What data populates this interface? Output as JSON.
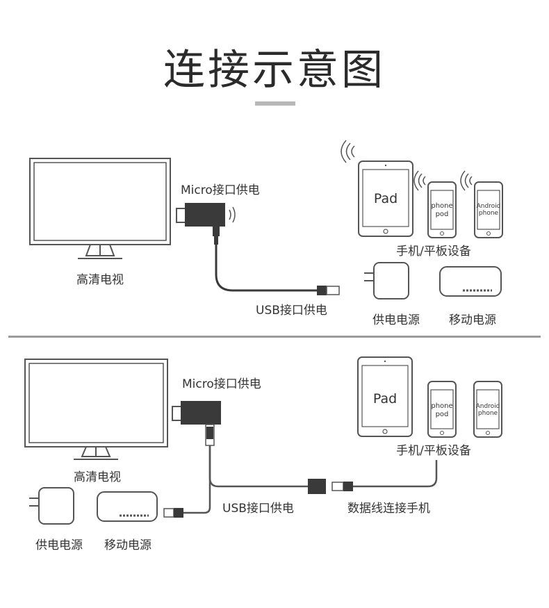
{
  "title": "连接示意图",
  "panel_top": {
    "tv_label": "高清电视",
    "micro_label": "Micro接口供电",
    "usb_label": "USB接口供电",
    "devices_label": "手机/平板设备",
    "power_label": "供电电源",
    "powerbank_label": "移动电源",
    "pad_text": "Pad",
    "phone1_text": [
      "phone",
      "pod"
    ],
    "phone2_text": [
      "Android",
      "phone"
    ]
  },
  "panel_bottom": {
    "tv_label": "高清电视",
    "micro_label": "Micro接口供电",
    "usb_label": "USB接口供电",
    "cable_label": "数据线连接手机",
    "devices_label": "手机/平板设备",
    "power_label": "供电电源",
    "powerbank_label": "移动电源",
    "pad_text": "Pad",
    "phone1_text": [
      "phone",
      "pod"
    ],
    "phone2_text": [
      "Android",
      "phone"
    ]
  },
  "colors": {
    "outline": "#555555",
    "dongle": "#3a3a3a",
    "divider": "#9a9a9a",
    "accent_bar": "#b8b8b8"
  }
}
